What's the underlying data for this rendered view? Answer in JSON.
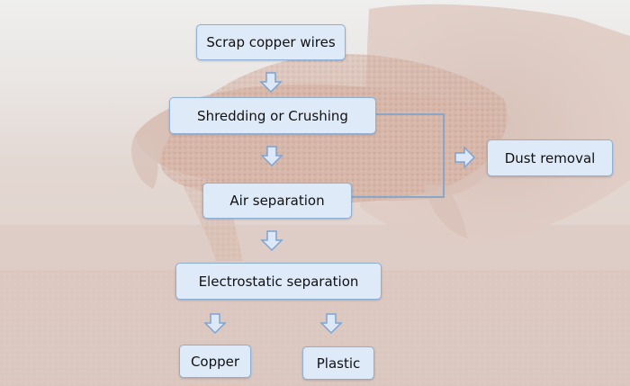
{
  "diagram": {
    "nodes": {
      "scrap": "Scrap copper wires",
      "shredding": "Shredding or Crushing",
      "air": "Air separation",
      "dust": "Dust removal",
      "electro": "Electrostatic separation",
      "copper": "Copper",
      "plastic": "Plastic"
    },
    "colors": {
      "box_fill": "#dfeaf8",
      "box_border": "#8fb0d6",
      "arrow_fill": "#dce8f7",
      "arrow_stroke": "#7fa3cf",
      "connector": "#8aa6c8"
    }
  }
}
